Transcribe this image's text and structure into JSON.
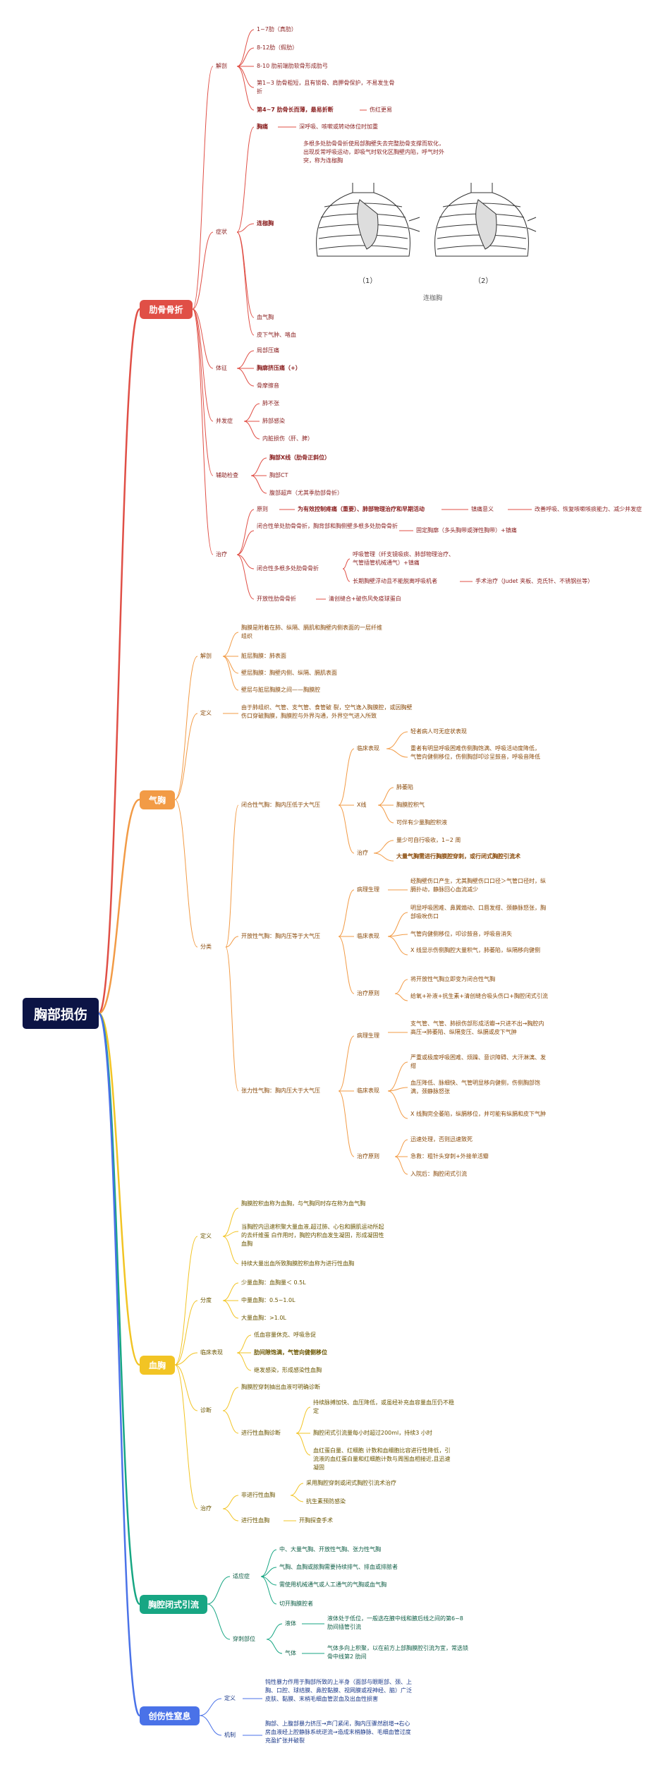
{
  "root": "胸部损伤",
  "colors": {
    "red": "#e04f46",
    "orange": "#f29b46",
    "yellow": "#f2c424",
    "green": "#17a683",
    "blue": "#4a72e8",
    "root": "#0c1445"
  },
  "rib": {
    "label": "肋骨骨折",
    "anatomy": {
      "label": "解剖",
      "items": [
        "1~7肋（真肋）",
        "8-12肋（假肋）",
        "8-10 肋前端肋软骨形成肋弓",
        "第1~3 肋骨粗短，且有锁骨、肩胛骨保护，不易发生骨折",
        "第4~7 肋骨长而薄，最易折断"
      ],
      "note": "伤红更易"
    },
    "symptoms": {
      "label": "症状",
      "pain": "胸痛",
      "pain_note": "深呼吸、咳嗽或转动体位时加重",
      "flail": "连枷胸",
      "flail_desc": "多根多处肋骨骨折使局部胸壁失去完整肋骨支撑而软化，出现反常呼吸运动，即吸气时软化区胸壁内陷，呼气时外突，称为连枷胸",
      "figure": {
        "p1": "（1）",
        "p2": "（2）",
        "caption": "连枷胸"
      },
      "hemo": "血气胸",
      "emphy": "皮下气肿、咯血"
    },
    "signs": {
      "label": "体征",
      "items": [
        "局部压痛",
        "胸廓挤压痛（+）",
        "骨摩擦音"
      ]
    },
    "comp": {
      "label": "并发症",
      "items": [
        "肺不张",
        "肺部感染",
        "内脏损伤（肝、脾）"
      ]
    },
    "exam": {
      "label": "辅助检查",
      "items": [
        "胸部X线（肋骨正斜位）",
        "胸部CT",
        "腹部超声（尤其季肋部骨折）"
      ]
    },
    "treat": {
      "label": "治疗",
      "principle": "原则",
      "principle_text": "为有效控制疼痛（重要）、肺部物理治疗和早期活动",
      "analgesia": "镇痛意义",
      "analgesia_text": "改善呼吸、恢复咳嗽咳痰能力、减少并发症",
      "closed_single": "闭合性单处肋骨骨折，胸背部和胸侧壁多根多处肋骨骨折",
      "closed_single_text": "固定胸廓（多头胸带或弹性胸带）+镇痛",
      "closed_multi": "闭合性多根多处肋骨骨折",
      "closed_multi_a": "呼吸管理（纤支镜吸痰、肺部物理治疗、气管插管机械通气）+镇痛",
      "closed_multi_b": "长期胸壁浮动且不能脱离呼吸机者",
      "closed_multi_b_text": "手术治疗（Judet 夹板、克氏针、不锈钢丝等）",
      "open": "开放性肋骨骨折",
      "open_text": "清创缝合+破伤风免疫球蛋白"
    }
  },
  "ptx": {
    "label": "气胸",
    "anatomy": {
      "label": "解剖",
      "items": [
        "胸膜是附着在肺、纵隔、膈肌和胸壁内侧表面的一层纤维组织",
        "脏层胸膜：肺表面",
        "壁层胸膜：胸壁内侧、纵隔、膈肌表面",
        "壁层与脏层胸膜之间——胸膜腔"
      ]
    },
    "def": {
      "label": "定义",
      "text": "由于肺组织、气管、支气管、食管破 裂，空气逸入胸膜腔，或因胸壁伤口穿破胸膜，胸膜腔与外界沟通，外界空气进入所致"
    },
    "cls": {
      "label": "分类",
      "closed": {
        "label": "闭合性气胸：胸内压低于大气压",
        "clin": "临床表现",
        "clin_items": [
          "轻者病人可无症状表现",
          "重者有明显呼吸困难伤侧胸饱满、呼吸活动度降低，气管向健侧移位，伤侧胸部叩诊呈鼓音，呼吸音降低"
        ],
        "xray": "X线",
        "xray_items": [
          "肺萎陷",
          "胸膜腔积气",
          "可伴有少量胸腔积液"
        ],
        "treat": "治疗",
        "treat_items": [
          "量少可自行吸收，1~2 周",
          "大量气胸需进行胸膜腔穿刺，或行闭式胸腔引流术"
        ]
      },
      "open": {
        "label": "开放性气胸：胸内压等于大气压",
        "patho": "病理生理",
        "patho_items": [
          "经胸壁伤口产生，尤其胸壁伤口口径＞气管口径时，纵膈扑动，静脉回心血流减少"
        ],
        "clin": "临床表现",
        "clin_items": [
          "明显呼吸困难、鼻翼煽动、口唇发绀、颈静脉怒张，胸部吸吮伤口",
          "气管向健侧移位，叩诊鼓音，呼吸音消失",
          "X 线显示伤侧胸腔大量积气，肺萎陷，纵隔移向健侧"
        ],
        "treat": "治疗原则",
        "treat_items": [
          "将开放性气胸立即变为闭合性气胸",
          "给氧+补液+抗生素+清创缝合吸头伤口+胸腔闭式引流"
        ]
      },
      "tension": {
        "label": "张力性气胸：胸内压大于大气压",
        "patho": "病理生理",
        "patho_items": [
          "支气管、气管、肺损伤部形成活瓣→只进不出→胸腔内高压→肺萎陷、纵隔变压、纵膈或皮下气肿"
        ],
        "clin": "临床表现",
        "clin_items": [
          "严重或极度呼吸困难、烦躁、意识障碍、大汗淋漓、发绀",
          "血压降低、脉细快、气管明显移向健侧，伤侧胸部饱满，颈静脉怒张",
          "X 线胸完全萎陷，纵膈移位，并可能有纵膈和皮下气肿"
        ],
        "treat": "治疗原则",
        "treat_items": [
          "迅速处理，否则迅速致死",
          "急救：粗针头穿刺+外接单活瓣",
          "入院后：胸腔闭式引流"
        ]
      }
    }
  },
  "htx": {
    "label": "血胸",
    "def": {
      "label": "定义",
      "items": [
        "胸膜腔积血称为血胸，与气胸同时存在称为血气胸",
        "当胸腔内迅速积聚大量血液,超过肺、心包和膈肌运动所起的去纤维蛋 白作用时，胸腔内积血发生凝固，形成凝固性血胸",
        "持续大量出血所致胸膜腔积血称为进行性血胸"
      ]
    },
    "cls": {
      "label": "分度",
      "items": [
        "少量血胸：血胸量＜ 0.5L",
        "中量血胸：0.5~1.0L",
        "大量血胸：>1.0L"
      ]
    },
    "clin": {
      "label": "临床表现",
      "items": [
        "低血容量休克、呼吸急促",
        "肋间隙饱满，气管向健侧移位",
        "继发感染，形成感染性血胸"
      ]
    },
    "diag": {
      "label": "诊断",
      "main": "胸膜腔穿刺抽出血液可明确诊断",
      "prog": "进行性血胸诊断",
      "prog_items": [
        "持续脉搏加快、血压降低，或虽经补充血容量血压仍不稳定",
        "胸腔闭式引流量每小时超过200ml，持续3 小时",
        "血红蛋白量、红细胞 计数和血细胞比容进行性降低，引流液的血红蛋白量和红细胞计数与周围血相接近,且迅速凝固"
      ]
    },
    "treat": {
      "label": "治疗",
      "nonprog": "非进行性血胸",
      "nonprog_items": [
        "采用胸腔穿刺或闭式胸腔引流术治疗",
        "抗生素预防感染"
      ],
      "prog": "进行性血胸",
      "prog_text": "开胸探查手术"
    }
  },
  "drain": {
    "label": "胸腔闭式引流",
    "ind": {
      "label": "适应症",
      "items": [
        "中、大量气胸、开放性气胸、张力性气胸",
        "气胸、血胸或脓胸需要持续排气、排血或排脓者",
        "需使用机械通气或人工通气的气胸或血气胸",
        "切开胸膜腔者"
      ]
    },
    "site": {
      "label": "穿刺部位",
      "liquid": "液体",
      "liquid_text": "液体处于低位，一般选在腋中线和腋后线之间的第6~8 肋间插管引流",
      "gas": "气体",
      "gas_text": "气体多向上积聚，以在前方上部胸膜腔引流为宜，常选锁骨中线第2 肋间"
    }
  },
  "asph": {
    "label": "创伤性窒息",
    "def": {
      "label": "定义",
      "text": "钝性暴力作用于胸部所致的上半身（面部与眼眶部、颈、上胸、口腔、球结膜、鼻腔黏膜、视网膜或视神经、脑）广泛皮肤、黏膜、末梢毛细血管淤血及出血性损害"
    },
    "mech": {
      "label": "机制",
      "text": "胸部、上腹部暴力挤压→声门紧闭，胸内压骤然剧增→右心房血液经上腔静脉系统逆流→造成末梢静脉、毛细血管过度充盈扩张并破裂"
    }
  }
}
